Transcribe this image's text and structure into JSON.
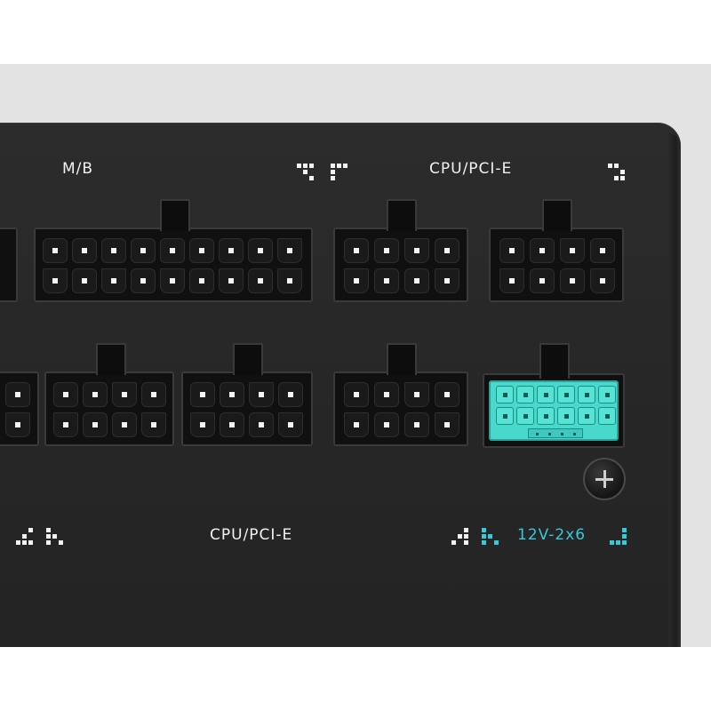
{
  "labels": {
    "top_left": "M/B",
    "top_right": "CPU/PCI-E",
    "bottom_center": "CPU/PCI-E",
    "bottom_right": "12V-2x6"
  },
  "colors": {
    "panel": "#262626",
    "label": "#f2f2f2",
    "accent": "#35c9dc",
    "teal_connector": "#49d8cc"
  },
  "icons": [
    "socket-pattern-icon",
    "screw-icon"
  ]
}
